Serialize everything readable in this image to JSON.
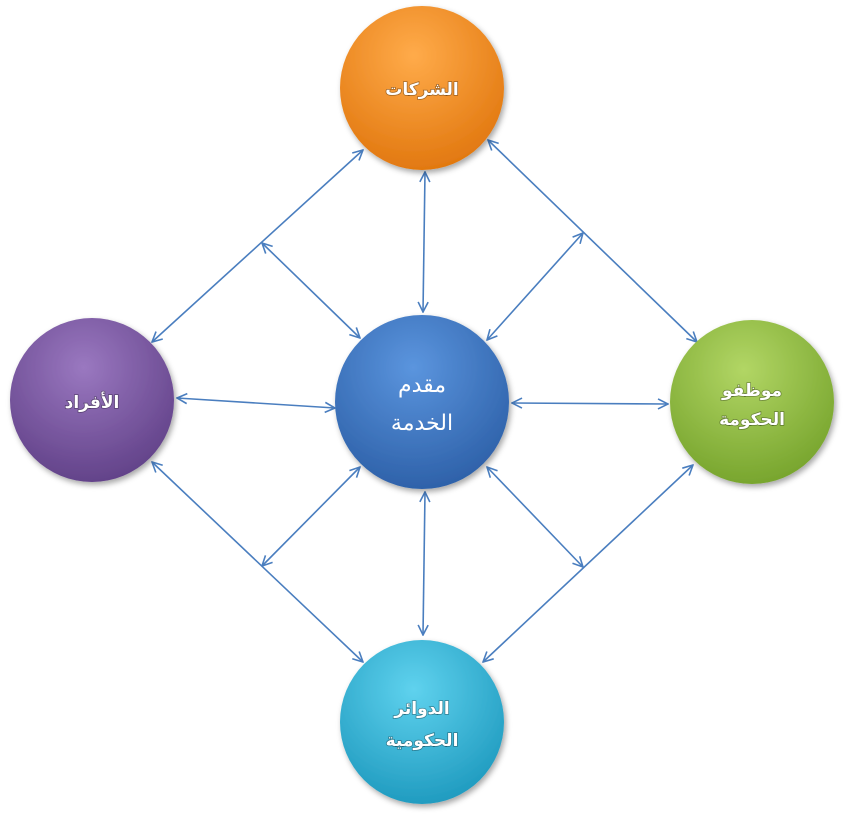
{
  "nodes": {
    "center": {
      "line1": "مقدم",
      "line2": "الخدمة",
      "color": "#3a72c0"
    },
    "top": {
      "line1": "الشركات",
      "color": "#f28a1e"
    },
    "left": {
      "line1": "الأفراد",
      "color": "#7a55a0"
    },
    "right": {
      "line1": "موظفو",
      "line2": "الحكومة",
      "color": "#8ab83c"
    },
    "bottom": {
      "line1": "الدوائر",
      "line2": "الحكومية",
      "color": "#2aaed0"
    }
  }
}
